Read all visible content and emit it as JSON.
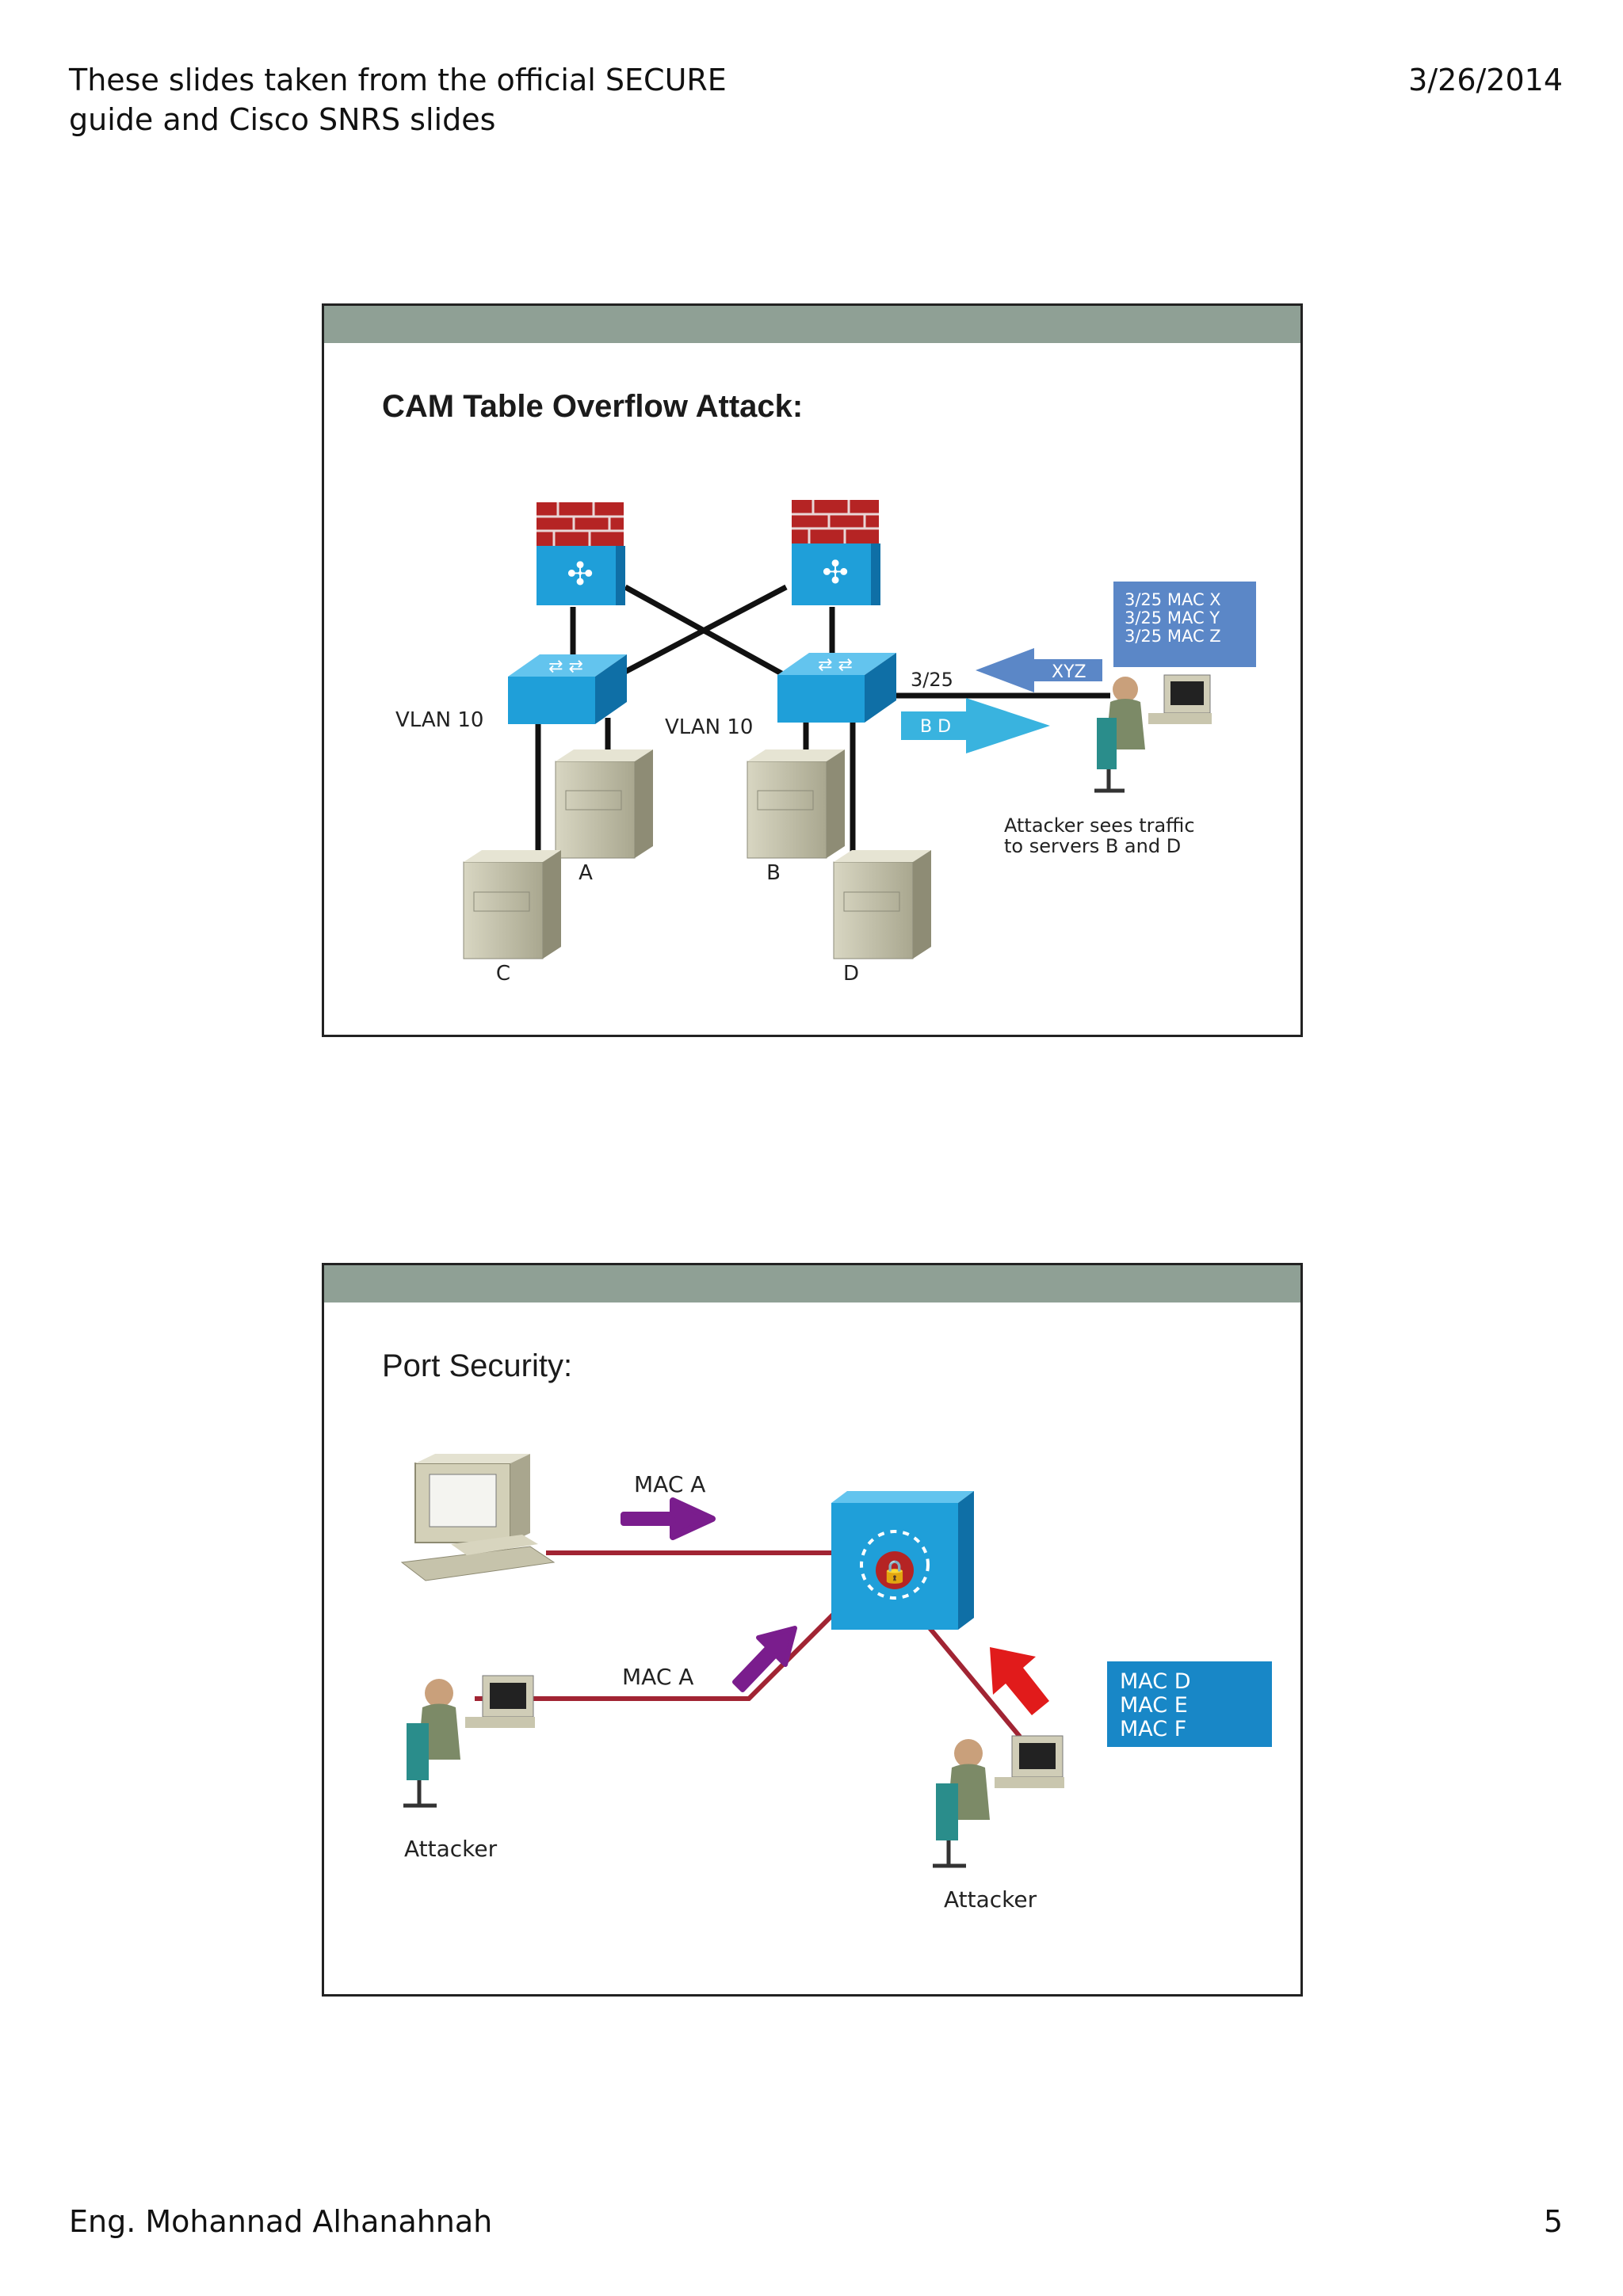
{
  "header": {
    "title_line1": "These slides taken from the official SECURE",
    "title_line2": "guide and Cisco SNRS slides",
    "date": "3/26/2014"
  },
  "footer": {
    "author": "Eng. Mohannad Alhanahnah",
    "page": "5"
  },
  "slide1": {
    "title": "CAM Table Overflow Attack:",
    "vlan_left": "VLAN 10",
    "vlan_right": "VLAN 10",
    "port": "3/25",
    "cam_entries": [
      "3/25 MAC X",
      "3/25 MAC Y",
      "3/25 MAC Z"
    ],
    "arrow_in_label": "XYZ",
    "arrow_out_label": "B D",
    "attacker_note_line1": "Attacker sees traffic",
    "attacker_note_line2": "to servers B and D",
    "servers": [
      "A",
      "B",
      "C",
      "D"
    ]
  },
  "slide2": {
    "title": "Port Security:",
    "mac_top": "MAC A",
    "mac_middle": "MAC A",
    "mac_list": [
      "MAC D",
      "MAC E",
      "MAC F"
    ],
    "attacker_left": "Attacker",
    "attacker_right": "Attacker"
  },
  "colors": {
    "slide_bar": "#8fa095",
    "switch_blue": "#1f9fd9",
    "firewall_red": "#b52424",
    "arrow_blue": "#5b87c7",
    "arrow_cyan": "#39b3df",
    "arrow_purple": "#7a1d8d",
    "arrow_red": "#e11b1b",
    "link_dark_red": "#a12433"
  }
}
